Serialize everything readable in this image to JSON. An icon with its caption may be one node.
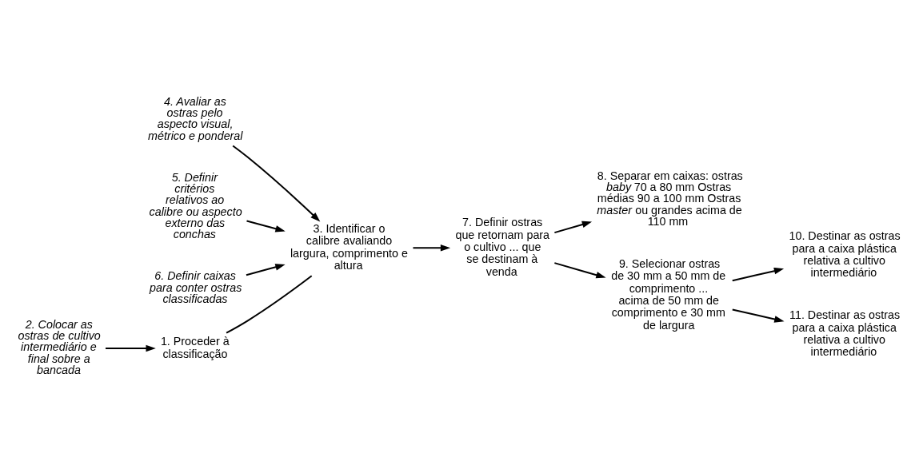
{
  "diagram": {
    "nodes": [
      {
        "text": [
          "1. Proceder à classificação"
        ]
      },
      {
        "text": [
          "2. Colocar as ostras de cultivo intermediário e final sobre a bancada"
        ]
      },
      {
        "text": [
          "3. Identificar o calibre avaliando largura, comprimento e altura"
        ]
      },
      {
        "text": [
          "4. Avaliar as ostras pelo aspecto visual, métrico e ponderal"
        ]
      },
      {
        "text": [
          "5. Definir critérios relativos ao calibre ou aspecto externo das conchas"
        ]
      },
      {
        "text": [
          "6. Definir caixas para conter ostras classificadas"
        ]
      },
      {
        "text": [
          "7. Definir ostras que retornam para o cultivo ... que se destinam à venda"
        ]
      },
      {
        "text": [
          "8. Separar em caixas: ostras *baby* 70 a 80 mm Ostras médias 90 a 100 mm Ostras *master* ou grandes acima de 110 mm"
        ]
      },
      {
        "text": [
          "9. Selecionar ostras de 30 mm a 50 mm de comprimento ... acima de 50 mm de comprimento e 30 mm de largura"
        ]
      },
      {
        "text": [
          "10. Destinar as ostras para a caixa plástica relativa a cultivo intermediário"
        ]
      },
      {
        "text": [
          "11. Destinar as ostras para a caixa plástica relativa a cultivo intermediário"
        ]
      }
    ],
    "edges": [
      {
        "from": 1,
        "to": 0,
        "arrow": "to"
      },
      {
        "from": 0,
        "to": 2,
        "arrow": "none"
      },
      {
        "from": 3,
        "to": 2,
        "arrow": "to"
      },
      {
        "from": 4,
        "to": 2,
        "arrow": "to"
      },
      {
        "from": 5,
        "to": 2,
        "arrow": "to"
      },
      {
        "from": 2,
        "to": 6,
        "arrow": "to"
      },
      {
        "from": 6,
        "to": 8,
        "arrow": "to"
      },
      {
        "from": 6,
        "to": 7,
        "arrow": "to"
      },
      {
        "from": 8,
        "to": 9,
        "arrow": "to"
      },
      {
        "from": 8,
        "to": 10,
        "arrow": "to"
      }
    ]
  }
}
